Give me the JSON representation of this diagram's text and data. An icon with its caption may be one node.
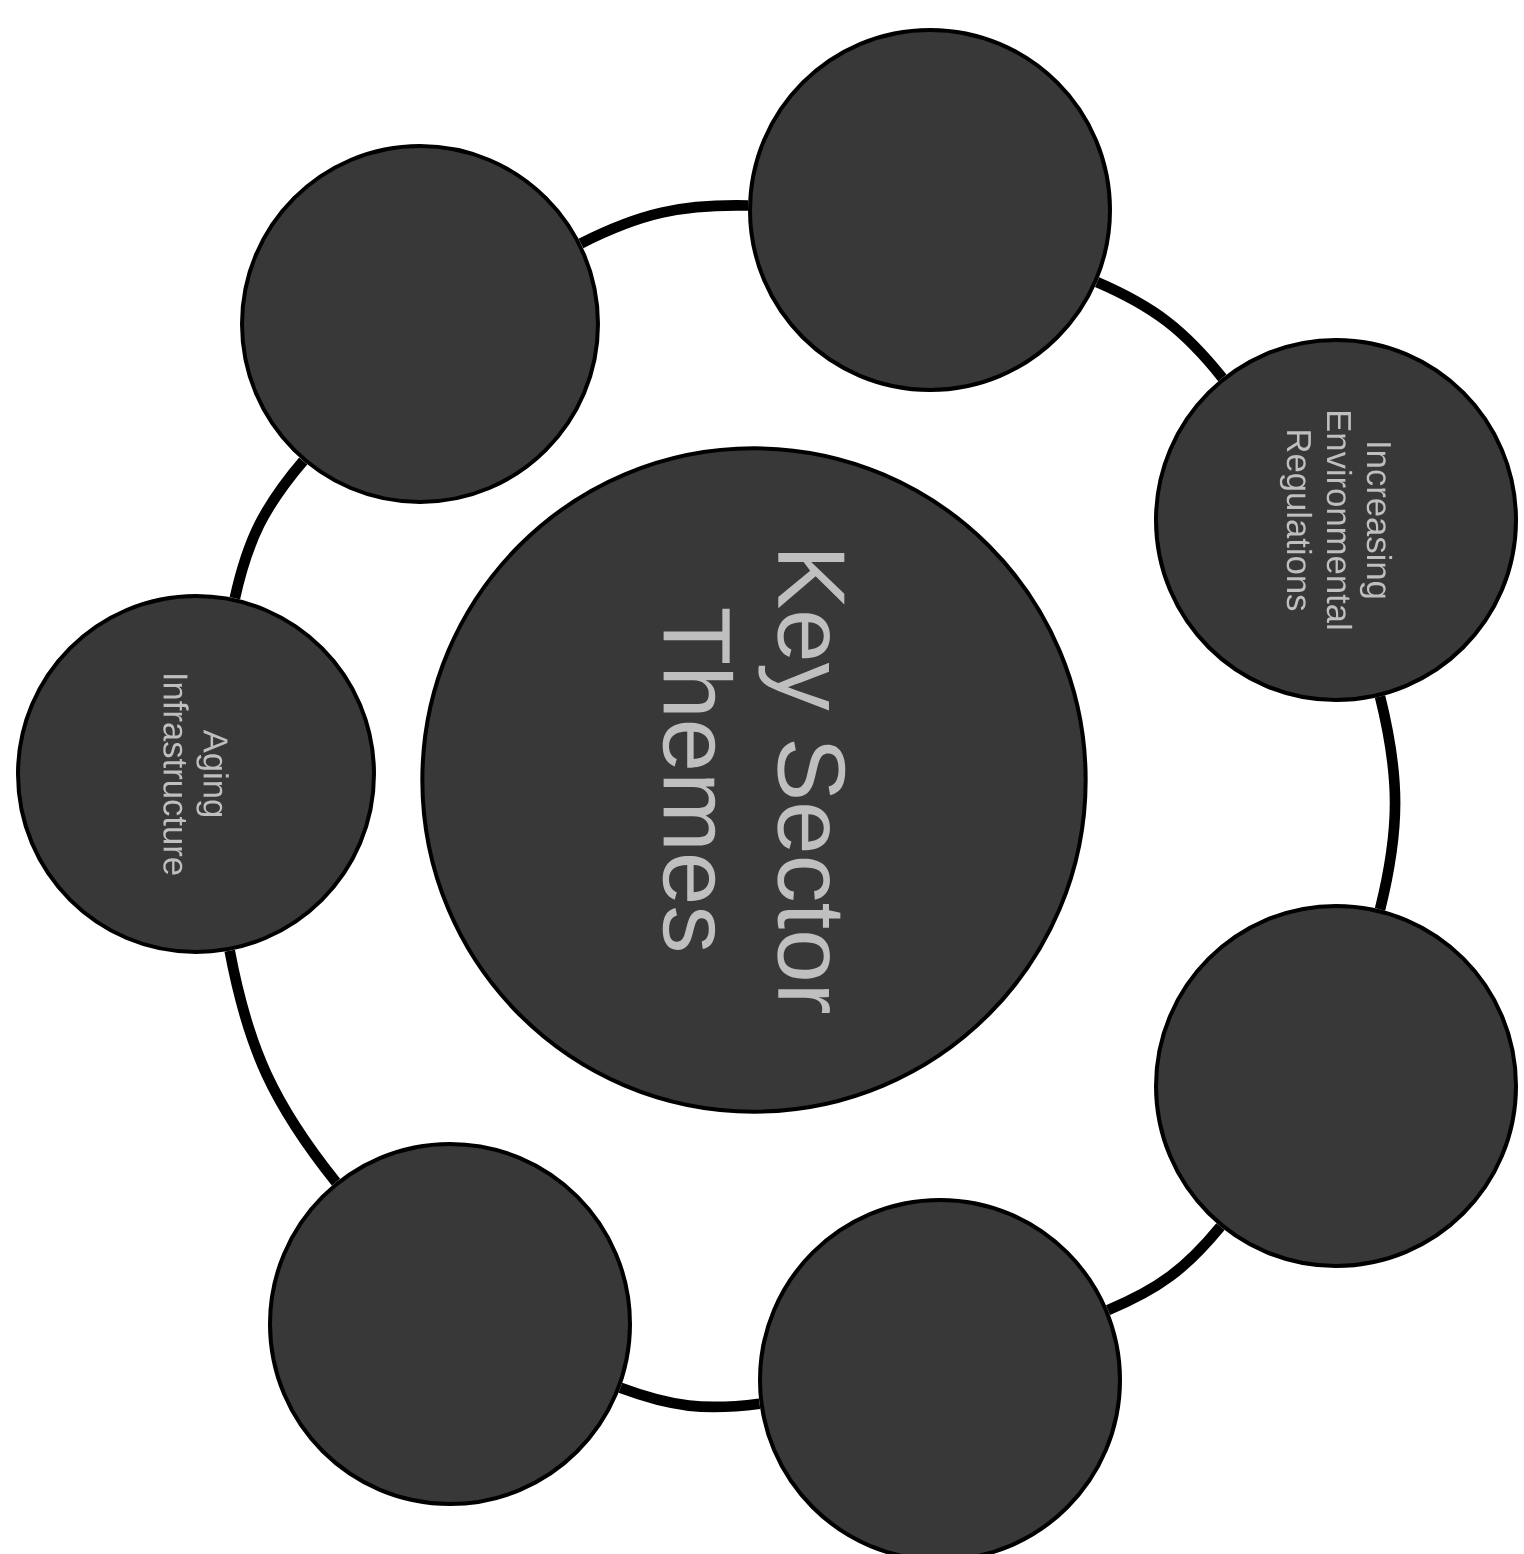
{
  "diagram": {
    "nodes": [
      {
        "text": [
          "Key Sector Themes"
        ]
      },
      {
        "text": [],
        "shape": "circle"
      },
      {
        "text": [],
        "shape": "circle"
      },
      {
        "text": [
          "Increasing Environmental Regulations"
        ]
      },
      {
        "text": [],
        "shape": "circle"
      },
      {
        "text": [],
        "shape": "circle"
      },
      {
        "text": [],
        "shape": "circle"
      },
      {
        "text": [
          "Aging Infrastructure"
        ]
      }
    ],
    "edges": [
      {
        "from": 1,
        "to": 2,
        "arrow": "none"
      },
      {
        "from": 2,
        "to": 3,
        "arrow": "none"
      },
      {
        "from": 3,
        "to": 4,
        "arrow": "none"
      },
      {
        "from": 4,
        "to": 5,
        "arrow": "none"
      },
      {
        "from": 5,
        "to": 6,
        "arrow": "none"
      },
      {
        "from": 6,
        "to": 7,
        "arrow": "none"
      },
      {
        "from": 7,
        "to": 1,
        "arrow": "none"
      }
    ]
  }
}
